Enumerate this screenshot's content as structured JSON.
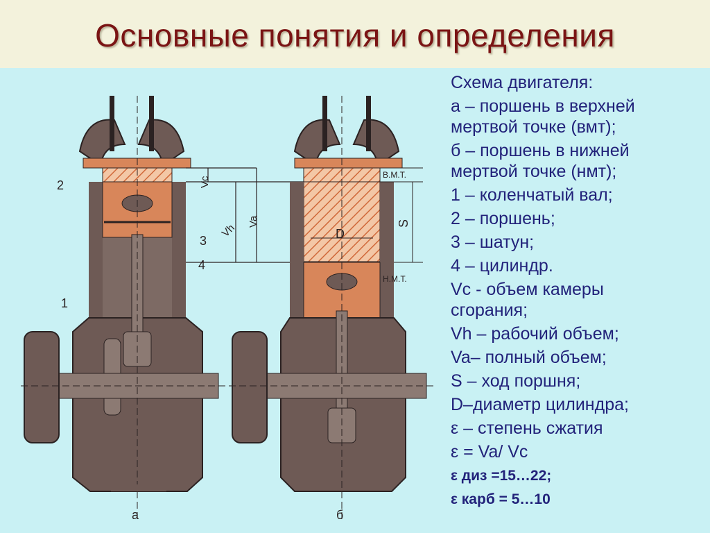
{
  "title": "Основные понятия и определения",
  "legend": [
    "Схема двигателя:",
    "а – поршень в верхней\nмертвой точке (вмт);",
    "б – поршень в нижней\nмертвой точке (нмт);",
    "1 – коленчатый вал;",
    "2 – поршень;",
    "3 – шатун;",
    "4 – цилиндр.",
    "Vc  - объем камеры\nсгорания;",
    "Vh – рабочий объем;",
    "Va– полный объем;",
    "S – ход поршня;",
    "D–диаметр цилиндра;",
    "ε – степень сжатия",
    "ε = Va/ Vc"
  ],
  "legend_bold": [
    "ε диз =15…22;",
    "ε карб = 5…10"
  ],
  "figure_labels": {
    "num_1": "1",
    "num_2": "2",
    "num_3": "3",
    "num_4": "4",
    "vc": "Vc",
    "vh": "Vh",
    "va": "Va",
    "vmt": "В.М.Т.",
    "nmt": "Н.М.Т.",
    "s": "S",
    "d": "D",
    "a": "а",
    "b": "б"
  },
  "colors": {
    "title": "#7a1414",
    "text": "#22227a",
    "content_bg": "#c9f1f4",
    "engine_body": "#6e5a55",
    "piston": "#d8865a"
  }
}
